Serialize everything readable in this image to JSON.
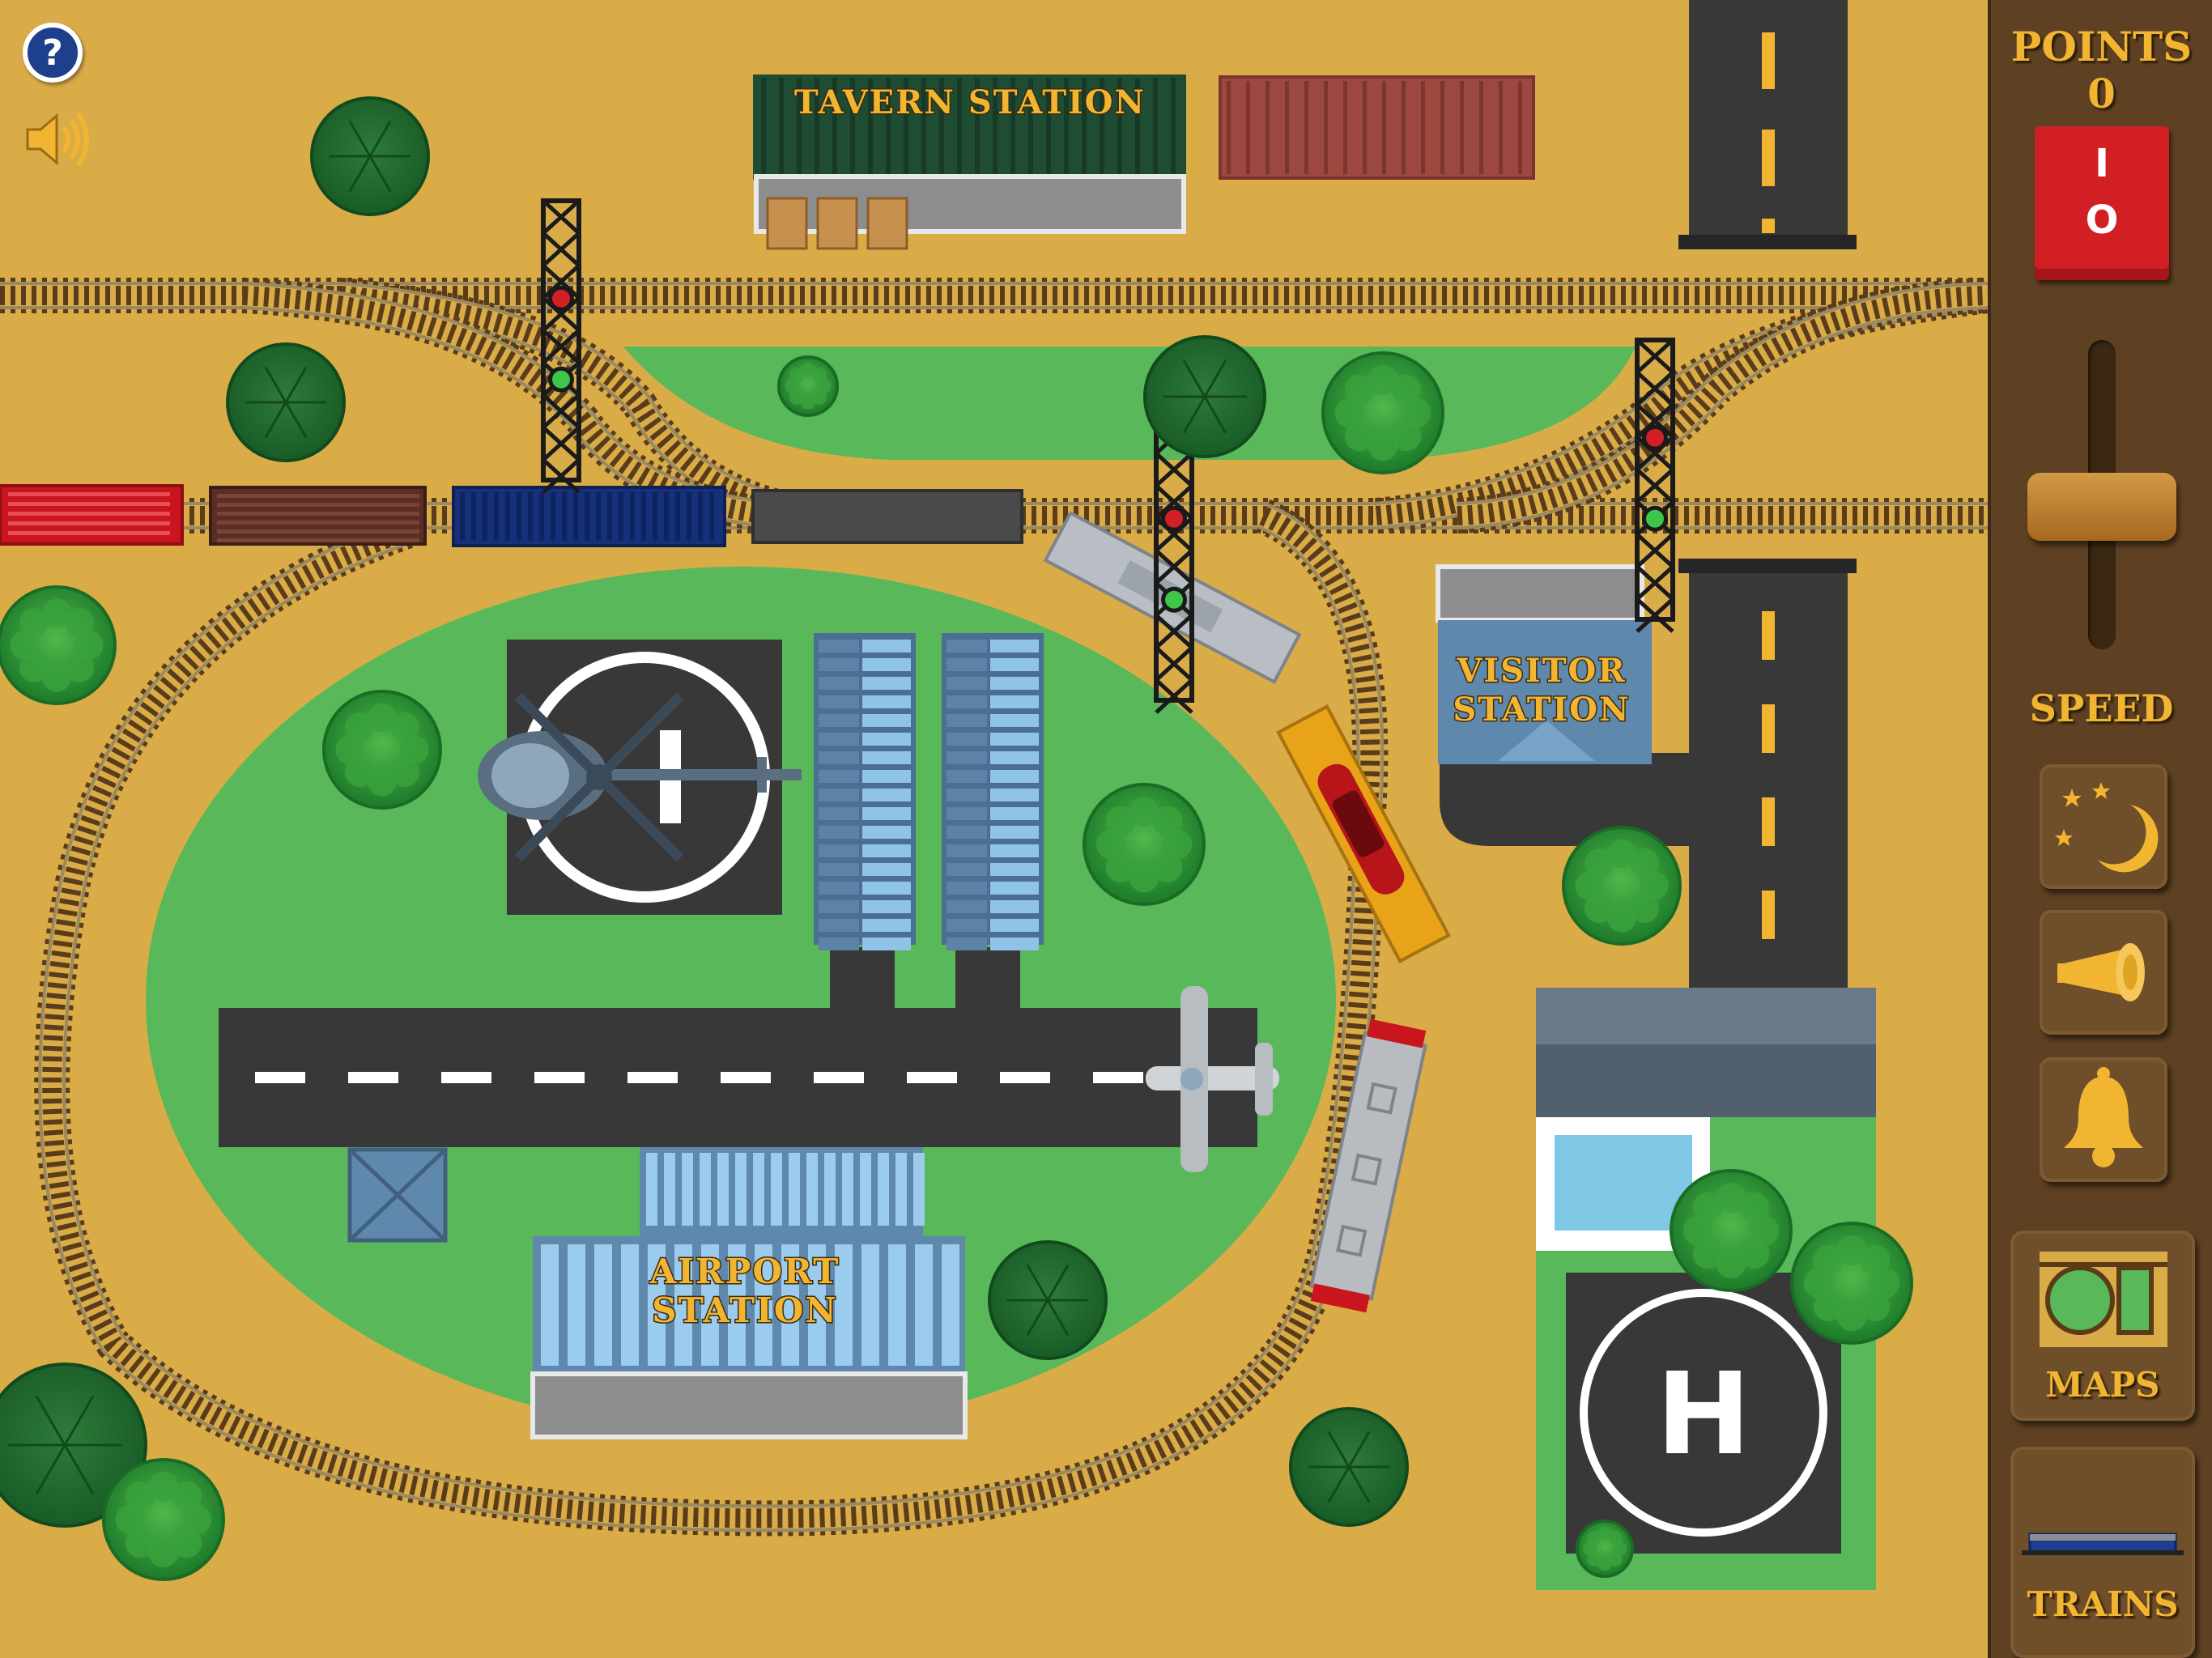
{
  "hud": {
    "points_label": "POINTS",
    "points_value": "0",
    "power_switch_on": "I",
    "power_switch_off": "O",
    "speed_label": "SPEED",
    "speed_level": 0.45,
    "maps_label": "MAPS",
    "trains_label": "TRAINS"
  },
  "buttons": {
    "help": "?",
    "sound": "sound-on-icon",
    "night_mode": "moon-stars-icon",
    "horn": "horn-icon",
    "bell": "bell-icon"
  },
  "map": {
    "stations": {
      "tavern": "TAVERN STATION",
      "visitor_line1": "VISITOR",
      "visitor_line2": "STATION",
      "airport_line1": "AIRPORT",
      "airport_line2": "STATION"
    },
    "helipad_letter": "H"
  },
  "colors": {
    "ground": "#d9ac48",
    "grass": "#58b85a",
    "road": "#383838",
    "sidebar": "#5e4122",
    "accent_text": "#f2b531",
    "switch_red": "#d21f24"
  }
}
